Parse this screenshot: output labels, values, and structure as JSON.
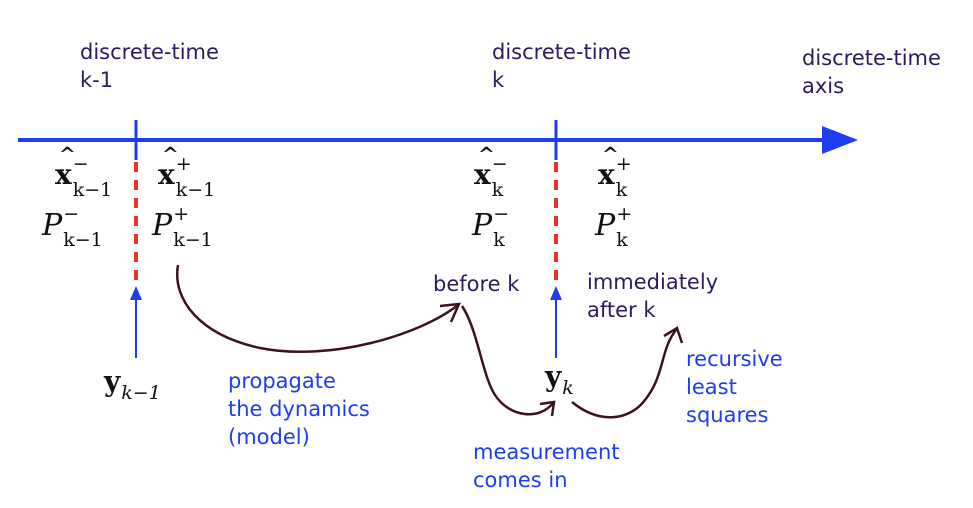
{
  "timeline": {
    "label_prev": "discrete-time\nk-1",
    "label_curr": "discrete-time\nk",
    "label_axis": "discrete-time\naxis"
  },
  "math": {
    "x_symbol": "x",
    "p_symbol": "P",
    "y_symbol": "y",
    "sub_prev": "k−1",
    "sub_curr": "k",
    "minus": "−",
    "plus": "+"
  },
  "annotations": {
    "before_k": "before k",
    "immediately_after_k": "immediately\nafter k",
    "propagate": "propagate\nthe dynamics\n(model)",
    "measurement": "measurement\ncomes in",
    "rls": "recursive\nleast\nsquares"
  },
  "colors": {
    "axis": "#1e3cf0",
    "dashed": "#e8332a",
    "curve": "#3b1220",
    "navy_text": "#2e1a5e",
    "blue_text": "#1e3cf0"
  }
}
